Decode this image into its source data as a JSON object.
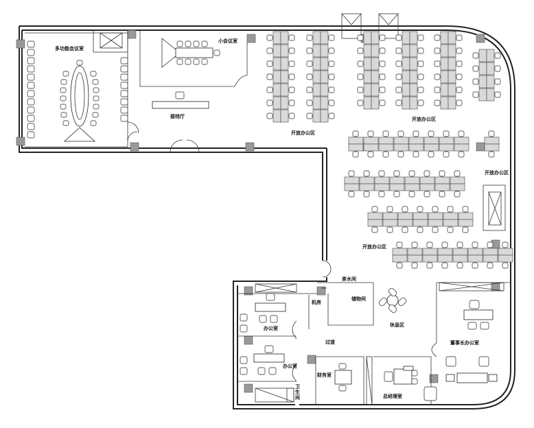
{
  "rooms": {
    "multi_meeting": "多功能会议室",
    "small_meeting": "小会议室",
    "reception": "接待厅",
    "open_office_1": "开放办公区",
    "open_office_2": "开放办公区",
    "open_office_3": "开放办公区",
    "open_office_4": "开放办公区",
    "tea_room": "茶水间",
    "storage": "储物间",
    "machine_room": "机房",
    "office_1": "办公室",
    "office_2": "办公室",
    "corridor": "过道",
    "leisure": "休息区",
    "finance": "财务室",
    "general_manager": "总经理室",
    "chairman": "董事长办公室",
    "restroom": "卫生间"
  },
  "colors": {
    "wall": "#222222",
    "desk": "#d9d9d9",
    "column": "#999999"
  }
}
